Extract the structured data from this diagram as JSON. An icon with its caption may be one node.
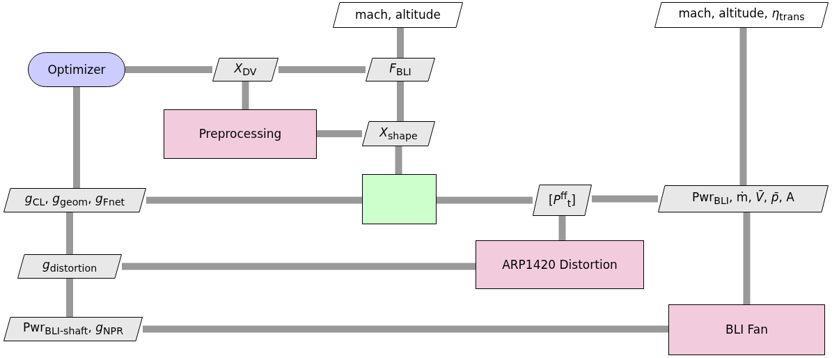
{
  "diagram": {
    "nodes": [
      {
        "text": [
          "mach, altitude"
        ]
      },
      {
        "text": [
          "mach, altitude, *η*$_{trans}$"
        ]
      },
      {
        "text": [
          "Optimizer"
        ]
      },
      {
        "text": [
          "*X*$_{DV}$"
        ]
      },
      {
        "text": [
          "*F*$_{BLI}$"
        ]
      },
      {
        "text": [
          "Preprocessing"
        ]
      },
      {
        "text": [
          "*X*$_{shape}$"
        ]
      },
      {
        "text": [
          "*g*$_{CL}$, *g*$_{geom}$, *g*$_{Fnet}$"
        ]
      },
      {
        "text": [],
        "shape": "box"
      },
      {
        "text": [
          "[*P*$^{ff}$$_{t}$]"
        ]
      },
      {
        "text": [
          "Pwr$_{BLI}$, ṁ, *V̄*, *p̄*, A"
        ]
      },
      {
        "text": [
          "*g*$_{distortion}$"
        ]
      },
      {
        "text": [
          "ARP1420 Distortion"
        ]
      },
      {
        "text": [
          "Pwr$_{BLI-shaft}$, *g*$_{NPR}$"
        ]
      },
      {
        "text": [
          "BLI Fan"
        ]
      }
    ],
    "edges": [
      {
        "from": 0,
        "to": 4,
        "arrow": "none"
      },
      {
        "from": 2,
        "to": 3,
        "arrow": "none"
      },
      {
        "from": 3,
        "to": 4,
        "arrow": "none"
      },
      {
        "from": 3,
        "to": 5,
        "arrow": "none"
      },
      {
        "from": 4,
        "to": 6,
        "arrow": "none"
      },
      {
        "from": 5,
        "to": 6,
        "arrow": "none"
      },
      {
        "from": 6,
        "to": 8,
        "arrow": "none"
      },
      {
        "from": 2,
        "to": 7,
        "arrow": "none"
      },
      {
        "from": 7,
        "to": 8,
        "arrow": "none"
      },
      {
        "from": 8,
        "to": 9,
        "arrow": "none"
      },
      {
        "from": 9,
        "to": 10,
        "arrow": "none"
      },
      {
        "from": 9,
        "to": 12,
        "arrow": "none"
      },
      {
        "from": 7,
        "to": 11,
        "arrow": "none"
      },
      {
        "from": 11,
        "to": 12,
        "arrow": "none"
      },
      {
        "from": 11,
        "to": 13,
        "arrow": "none"
      },
      {
        "from": 13,
        "to": 14,
        "arrow": "none"
      },
      {
        "from": 1,
        "to": 10,
        "arrow": "none"
      },
      {
        "from": 10,
        "to": 14,
        "arrow": "none"
      }
    ]
  }
}
